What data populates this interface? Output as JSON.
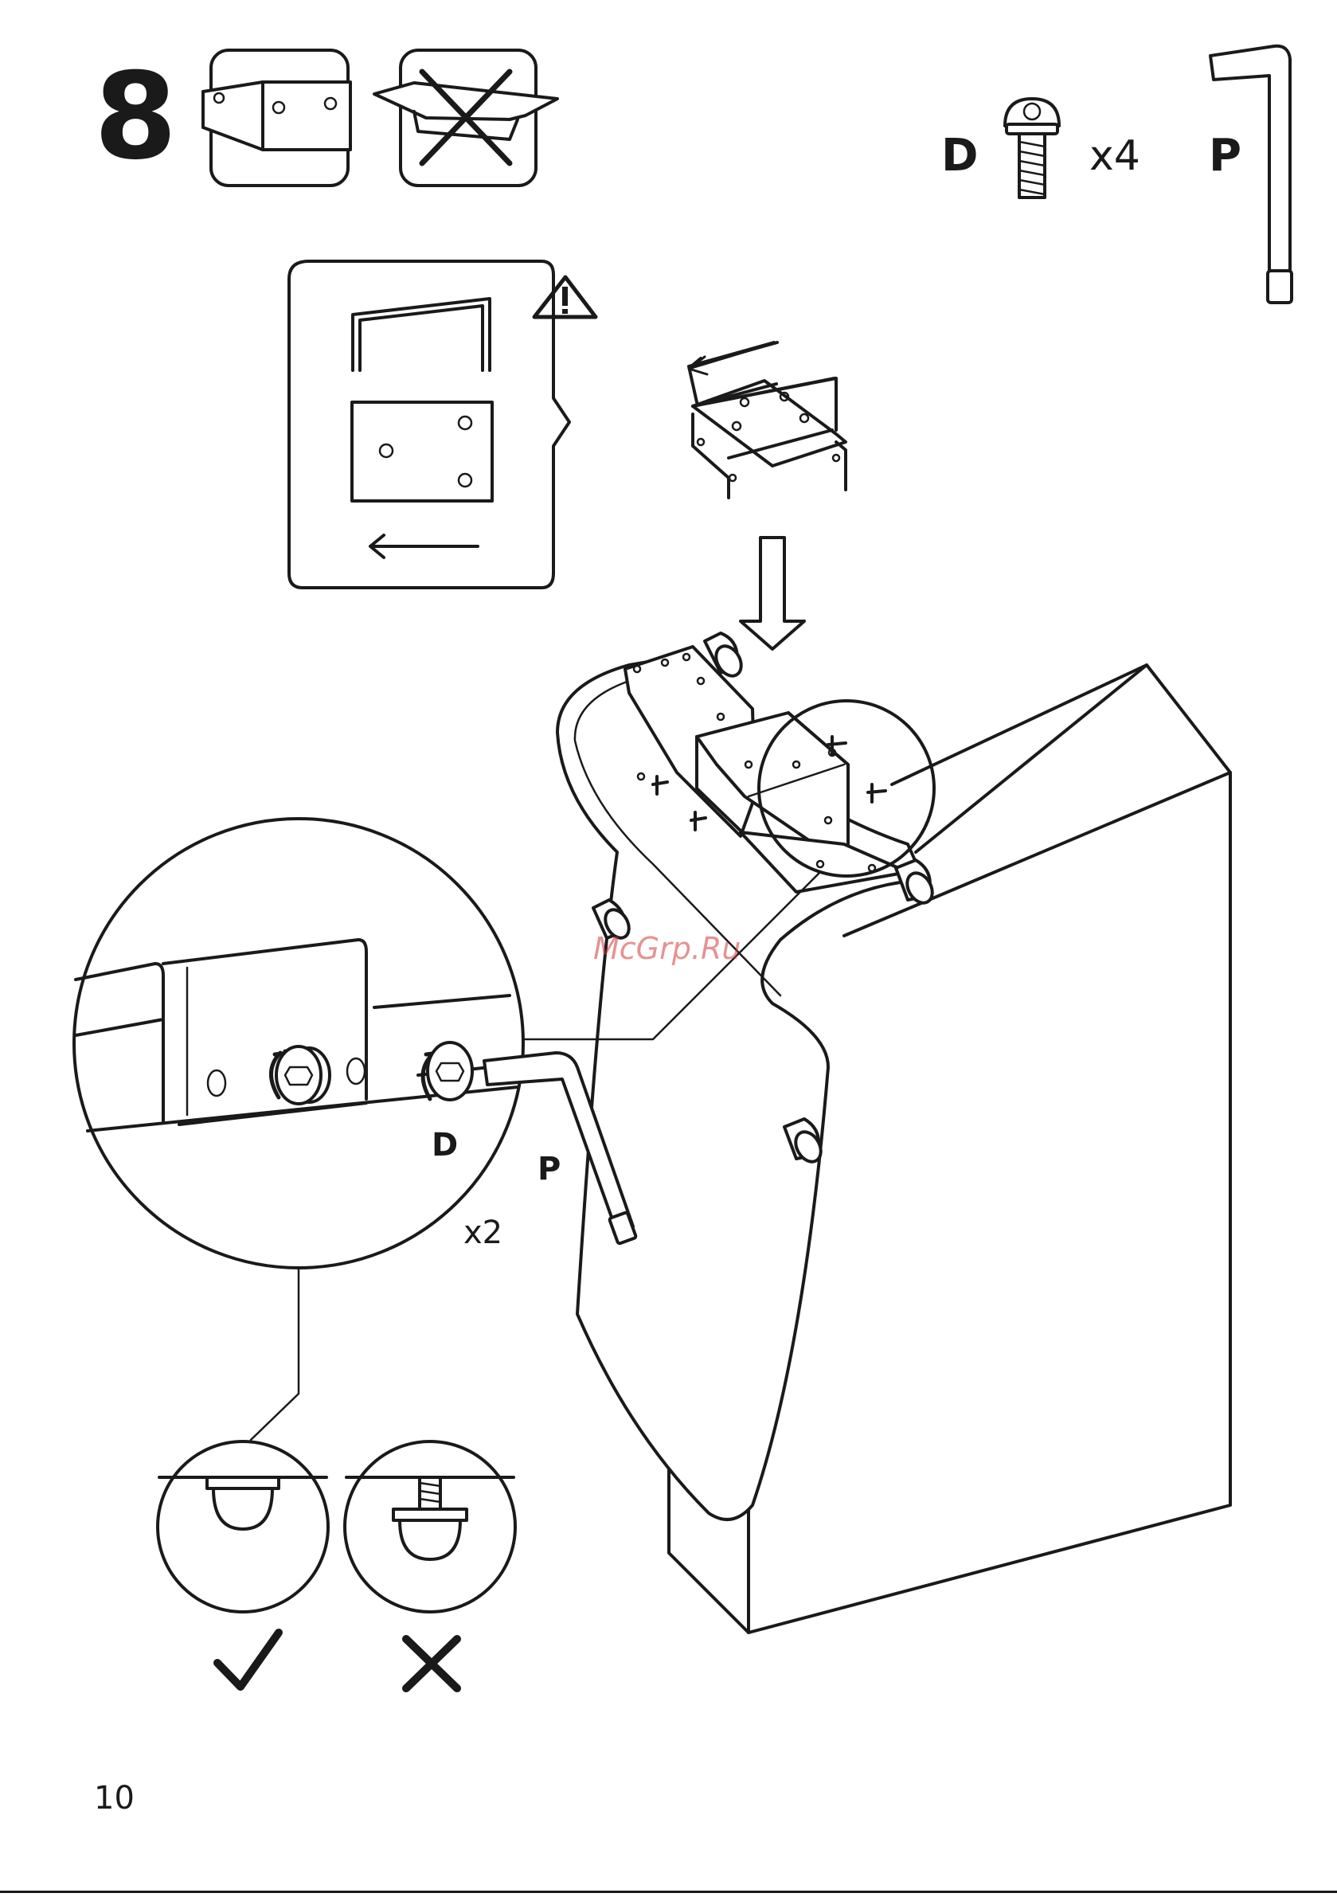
{
  "step": {
    "number": "8"
  },
  "parts": {
    "d": {
      "letter": "D",
      "quantity": "x4",
      "icon": "bolt-icon"
    },
    "p": {
      "letter": "P",
      "icon": "allen-key-icon"
    }
  },
  "detail": {
    "screw_label": "D",
    "key_label": "P",
    "repeat": "x2"
  },
  "orientation": {
    "correct_icon": "checkmark-icon",
    "wrong_icon": "cross-icon",
    "warning_icon": "warning-icon"
  },
  "watermark": "McGrp.Ru",
  "page": {
    "number": "10"
  }
}
